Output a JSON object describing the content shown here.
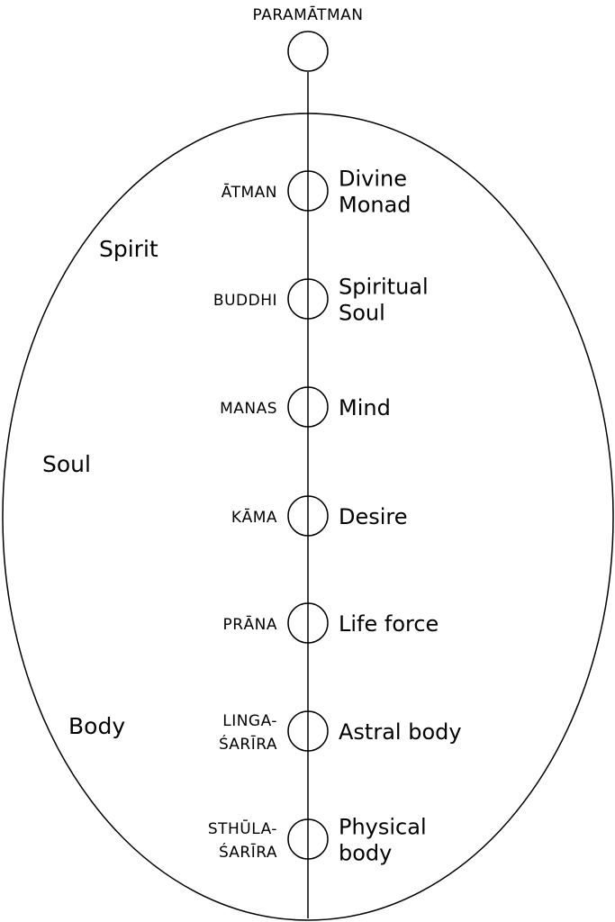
{
  "top": {
    "label": "PARAMĀTMAN"
  },
  "groups": [
    "Spirit",
    "Soul",
    "Body"
  ],
  "principles": [
    {
      "sanskrit": [
        "ĀTMAN"
      ],
      "english": [
        "Divine",
        "Monad"
      ]
    },
    {
      "sanskrit": [
        "BUDDHI"
      ],
      "english": [
        "Spiritual",
        "Soul"
      ]
    },
    {
      "sanskrit": [
        "MANAS"
      ],
      "english": [
        "Mind"
      ]
    },
    {
      "sanskrit": [
        "KĀMA"
      ],
      "english": [
        "Desire"
      ]
    },
    {
      "sanskrit": [
        "PRĀNA"
      ],
      "english": [
        "Life force"
      ]
    },
    {
      "sanskrit": [
        "LINGA-",
        "ŚARĪRA"
      ],
      "english": [
        "Astral body"
      ]
    },
    {
      "sanskrit": [
        "STHŪLA-",
        "ŚARĪRA"
      ],
      "english": [
        "Physical",
        "body"
      ]
    }
  ]
}
